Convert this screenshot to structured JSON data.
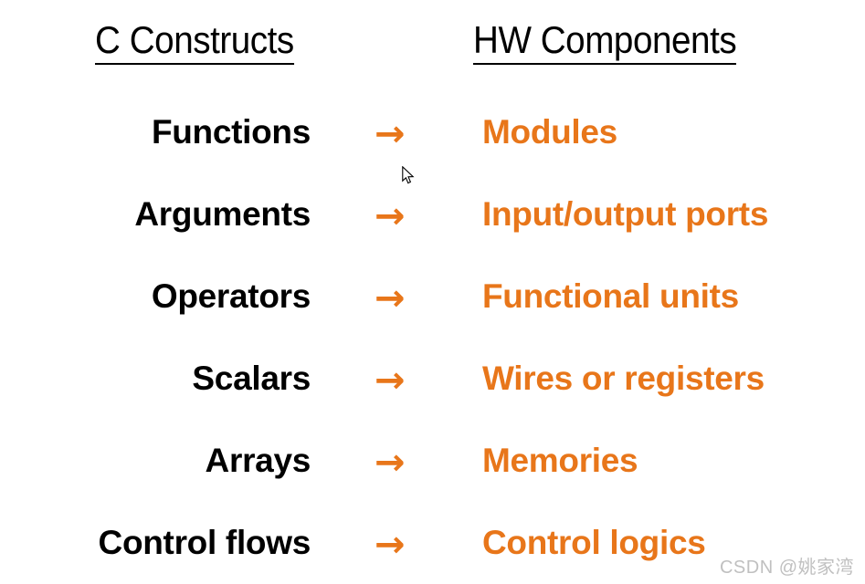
{
  "headers": {
    "left": "C Constructs",
    "right": "HW Components"
  },
  "mapping": {
    "arrow_glyph": "→",
    "arrow_icon_name": "right-arrow-icon",
    "rows": [
      {
        "c_construct": "Functions",
        "hw_component": "Modules"
      },
      {
        "c_construct": "Arguments",
        "hw_component": "Input/output ports"
      },
      {
        "c_construct": "Operators",
        "hw_component": "Functional units"
      },
      {
        "c_construct": "Scalars",
        "hw_component": "Wires or registers"
      },
      {
        "c_construct": "Arrays",
        "hw_component": "Memories"
      },
      {
        "c_construct": "Control flows",
        "hw_component": "Control logics"
      }
    ]
  },
  "watermark": {
    "text": "CSDN @姚家湾"
  },
  "colors": {
    "background": "#ffffff",
    "left_text": "#000000",
    "right_text": "#E8761A",
    "arrow": "#E8761A",
    "watermark": "#c0c0c0"
  }
}
